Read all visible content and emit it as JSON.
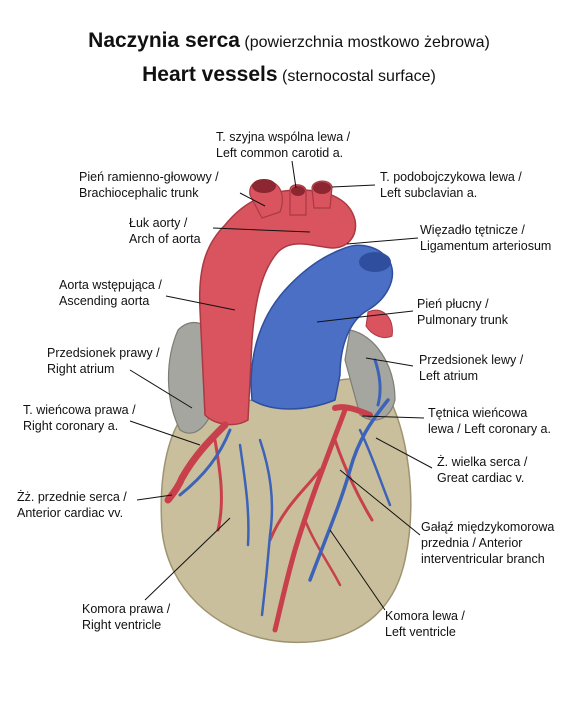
{
  "title": {
    "pl_bold": "Naczynia serca",
    "pl_sub": "(powierzchnia mostkowo żebrowa)",
    "en_bold": "Heart vessels",
    "en_sub": "(sternocostal surface)"
  },
  "labels": {
    "left_common_carotid": [
      "T. szyjna wspólna lewa /",
      "Left common carotid a."
    ],
    "brachiocephalic": [
      "Pień ramienno-głowowy /",
      "Brachiocephalic trunk"
    ],
    "left_subclavian": [
      "T. podobojczykowa lewa /",
      "Left subclavian a."
    ],
    "arch_of_aorta": [
      "Łuk aorty /",
      "Arch of aorta"
    ],
    "ligamentum": [
      "Więzadło tętnicze /",
      "Ligamentum arteriosum"
    ],
    "ascending_aorta": [
      "Aorta wstępująca /",
      "Ascending aorta"
    ],
    "pulmonary_trunk": [
      "Pień płucny /",
      "Pulmonary trunk"
    ],
    "right_atrium": [
      "Przedsionek prawy /",
      "Right atrium"
    ],
    "left_atrium": [
      "Przedsionek lewy /",
      "Left atrium"
    ],
    "right_coronary": [
      "T. wieńcowa prawa /",
      "Right coronary a."
    ],
    "left_coronary": [
      "Tętnica wieńcowa",
      "lewa / Left coronary a."
    ],
    "great_cardiac": [
      "Ż. wielka serca /",
      "Great cardiac v."
    ],
    "anterior_cardiac": [
      "Żż. przednie serca /",
      "Anterior cardiac vv."
    ],
    "anterior_interventricular": [
      "Gałąź międzykomorowa",
      "przednia / Anterior",
      "interventricular branch"
    ],
    "right_ventricle": [
      "Komora prawa /",
      "Right ventricle"
    ],
    "left_ventricle": [
      "Komora lewa /",
      "Left ventricle"
    ]
  },
  "colors": {
    "artery": "#d9545e",
    "artery_dark": "#b23a45",
    "vein": "#4a6fc4",
    "vein_dark": "#2f4f9e",
    "myocardium": "#c9bf9c",
    "myocardium_dark": "#a79c7a",
    "atrium": "#a6a6a0",
    "leader": "#111111"
  }
}
